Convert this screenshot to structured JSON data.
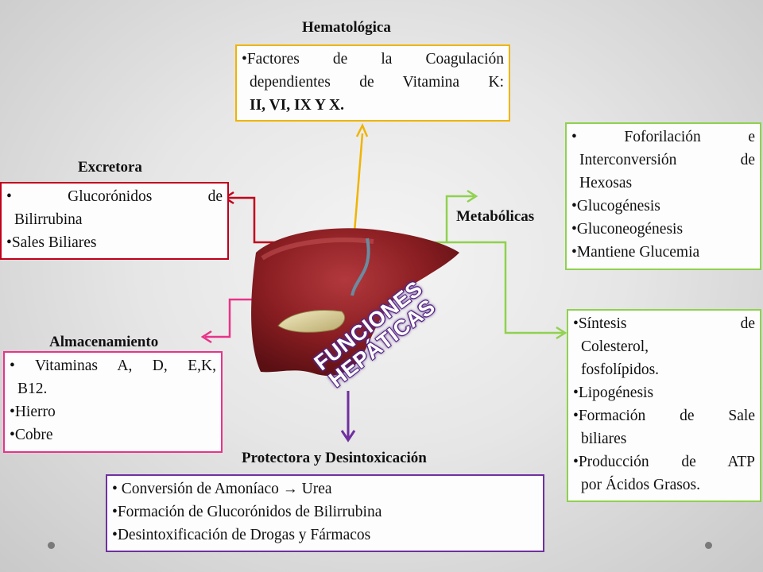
{
  "center": {
    "line1": "FUNCIONES",
    "line2": "HEPÁTICAS"
  },
  "colors": {
    "hematologica": "#f0b400",
    "excretora": "#c0001a",
    "metabolicas": "#8fd14f",
    "almacenamiento": "#e8338a",
    "protectora": "#7030a0",
    "liver": "#8a1e22"
  },
  "hematologica": {
    "title": "Hematológica",
    "items": [
      {
        "line1": "•Factores de la Coagulación",
        "line2": "dependientes de Vitamina K:",
        "line3": "II, VI, IX Y X."
      }
    ]
  },
  "excretora": {
    "title": "Excretora",
    "items": [
      {
        "text": "• Glucorónidos de",
        "cont": "Bilirrubina"
      },
      {
        "text": "•Sales Biliares"
      }
    ]
  },
  "metabolicas": {
    "title": "Metabólicas",
    "box1": [
      {
        "text": "• Foforilación e",
        "cont1": "Interconversión de",
        "cont2": "Hexosas"
      },
      {
        "text": "•Glucogénesis"
      },
      {
        "text": "•Gluconeogénesis"
      },
      {
        "text": "•Mantiene Glucemia"
      }
    ],
    "box2": [
      {
        "text": "•Síntesis de",
        "cont1": "Colesterol,",
        "cont2": "fosfolípidos."
      },
      {
        "text": "•Lipogénesis"
      },
      {
        "text": "•Formación de Sale",
        "cont1": "biliares"
      },
      {
        "text": "•Producción de ATP",
        "cont1": "por Ácidos Grasos."
      }
    ]
  },
  "almacenamiento": {
    "title": "Almacenamiento",
    "items": [
      {
        "text": "• Vitaminas A, D, E,K,",
        "cont": "B12."
      },
      {
        "text": "•Hierro"
      },
      {
        "text": "•Cobre"
      }
    ]
  },
  "protectora": {
    "title": "Protectora y Desintoxicación",
    "items": [
      {
        "text": "• Conversión de Amoníaco",
        "arrow": "→",
        "after": "Urea"
      },
      {
        "text": "•Formación de Glucorónidos de Bilirrubina"
      },
      {
        "text": "•Desintoxificación de Drogas y Fármacos"
      }
    ]
  }
}
